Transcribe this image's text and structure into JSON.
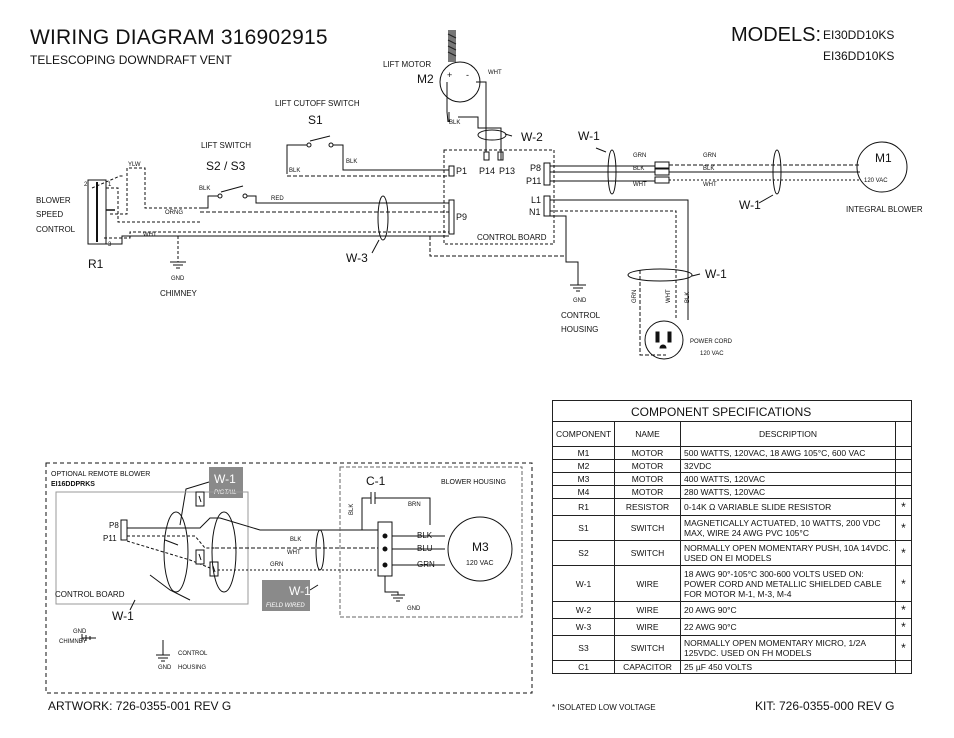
{
  "header": {
    "title": "WIRING DIAGRAM   316902915",
    "subtitle": "TELESCOPING DOWNDRAFT VENT",
    "models_label": "MODELS:",
    "models": [
      "EI30DD10KS",
      "EI36DD10KS"
    ]
  },
  "main_diagram": {
    "lift_motor": "LIFT MOTOR",
    "m2": "M2",
    "plus": "+",
    "minus": "-",
    "wht": "WHT",
    "blk": "BLK",
    "lift_cutoff_switch": "LIFT CUTOFF SWITCH",
    "s1": "S1",
    "lift_switch": "LIFT SWITCH",
    "s2s3": "S2 / S3",
    "red": "RED",
    "orng": "ORNG",
    "ylw": "YLW",
    "grn": "GRN",
    "gnd": "GND",
    "blower_speed_control": [
      "BLOWER",
      "SPEED",
      "CONTROL"
    ],
    "r1": "R1",
    "pin1": "1",
    "pin2": "2",
    "pin3": "3",
    "chimney": "CHIMNEY",
    "p1": "P1",
    "p14": "P14",
    "p13": "P13",
    "p8": "P8",
    "p11": "P11",
    "l1": "L1",
    "n1": "N1",
    "p9": "P9",
    "control_board": "CONTROL BOARD",
    "w2": "W-2",
    "w3": "W-3",
    "w1": "W-1",
    "m1": "M1",
    "m1_voltage": "120 VAC",
    "integral_blower": "INTEGRAL BLOWER",
    "control_housing": [
      "CONTROL",
      "HOUSING"
    ],
    "power_cord": [
      "POWER CORD",
      "120 VAC"
    ]
  },
  "remote_diagram": {
    "optional_remote_blower": "OPTIONAL REMOTE BLOWER",
    "model": "EI16DDPRKS",
    "w1_pigtail": "W-1",
    "pigtail": "PIGTAIL",
    "w1_field": "W-1",
    "field_wired": "FIELD WIRED",
    "p8": "P8",
    "p11": "P11",
    "control_board": "CONTROL BOARD",
    "w1": "W-1",
    "gnd": "GND",
    "chimney": "CHIMNEY",
    "control": "CONTROL",
    "housing": "HOUSING",
    "blk": "BLK",
    "wht": "WHT",
    "grn": "GRN",
    "brn": "BRN",
    "blu": "BLU",
    "c1": "C-1",
    "blower_housing": "BLOWER HOUSING",
    "m3": "M3",
    "m3_voltage": "120 VAC"
  },
  "specs": {
    "caption": "COMPONENT SPECIFICATIONS",
    "headers": [
      "COMPONENT",
      "NAME",
      "DESCRIPTION"
    ],
    "rows": [
      {
        "component": "M1",
        "name": "MOTOR",
        "description": "500 WATTS, 120VAC, 18 AWG 105°C, 600 VAC",
        "star": ""
      },
      {
        "component": "M2",
        "name": "MOTOR",
        "description": "32VDC",
        "star": ""
      },
      {
        "component": "M3",
        "name": "MOTOR",
        "description": "400 WATTS, 120VAC",
        "star": ""
      },
      {
        "component": "M4",
        "name": "MOTOR",
        "description": "280 WATTS, 120VAC",
        "star": ""
      },
      {
        "component": "R1",
        "name": "RESISTOR",
        "description": "0-14K  Ω VARIABLE SLIDE RESISTOR",
        "star": "*"
      },
      {
        "component": "S1",
        "name": "SWITCH",
        "description": "MAGNETICALLY ACTUATED, 10 WATTS, 200 VDC MAX, WIRE 24 AWG PVC 105°C",
        "star": "*"
      },
      {
        "component": "S2",
        "name": "SWITCH",
        "description": "NORMALLY OPEN MOMENTARY PUSH, 10A 14VDC. USED ON EI MODELS",
        "star": "*"
      },
      {
        "component": "W-1",
        "name": "WIRE",
        "description": "18 AWG 90°-105°C 300-600 VOLTS USED ON: POWER CORD AND METALLIC SHIELDED CABLE FOR MOTOR M-1, M-3, M-4",
        "star": "*"
      },
      {
        "component": "W-2",
        "name": "WIRE",
        "description": "20 AWG 90°C",
        "star": "*"
      },
      {
        "component": "W-3",
        "name": "WIRE",
        "description": "22 AWG 90°C",
        "star": "*"
      },
      {
        "component": "S3",
        "name": "SWITCH",
        "description": "NORMALLY OPEN MOMENTARY MICRO, 1/2A 125VDC. USED ON FH MODELS",
        "star": "*"
      },
      {
        "component": "C1",
        "name": "CAPACITOR",
        "description": "25    µF 450 VOLTS",
        "star": ""
      }
    ]
  },
  "footer": {
    "artwork": "ARTWORK: 726-0355-001     REV G",
    "footnote": "*   ISOLATED LOW VOLTAGE",
    "kit": "KIT: 726-0355-000     REV G"
  }
}
